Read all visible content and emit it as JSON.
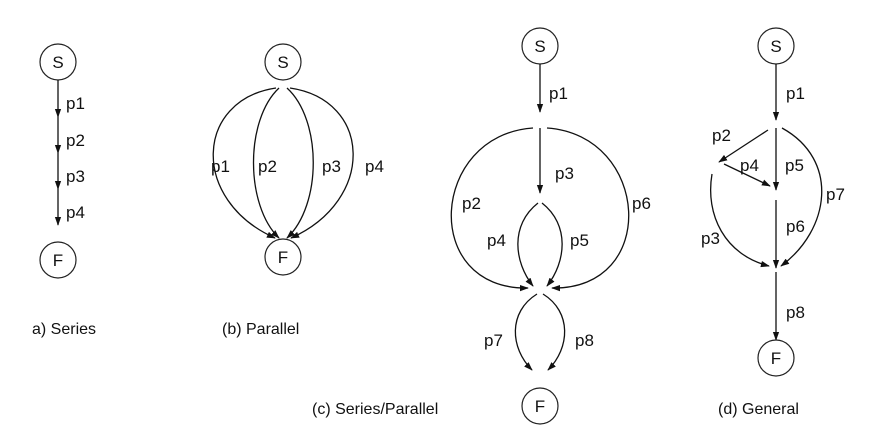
{
  "nodes": {
    "start": "S",
    "finish": "F"
  },
  "panels": {
    "a": {
      "caption": "a) Series",
      "edges": [
        "p1",
        "p2",
        "p3",
        "p4"
      ]
    },
    "b": {
      "caption": "(b) Parallel",
      "edges": [
        "p1",
        "p2",
        "p3",
        "p4"
      ]
    },
    "c": {
      "caption": "(c) Series/Parallel",
      "edges": [
        "p1",
        "p2",
        "p3",
        "p4",
        "p5",
        "p6",
        "p7",
        "p8"
      ]
    },
    "d": {
      "caption": "(d) General",
      "edges": [
        "p1",
        "p2",
        "p3",
        "p4",
        "p5",
        "p6",
        "p7",
        "p8"
      ]
    }
  }
}
